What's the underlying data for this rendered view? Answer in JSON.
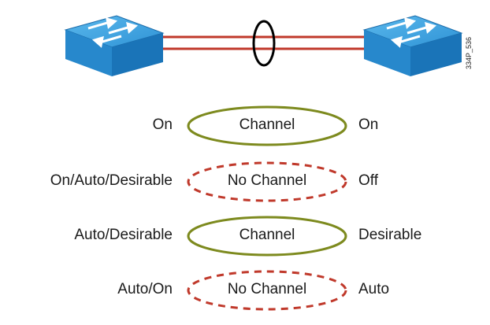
{
  "figure_id": "334P_536",
  "colors": {
    "link": "#c0392b",
    "channel_outline": "#7d8a1e",
    "no_channel_outline": "#c0392b",
    "switch_top": "#3aa0dc",
    "switch_side": "#1a74b8",
    "switch_front": "#2788cc"
  },
  "rows": [
    {
      "left": "On",
      "middle": "Channel",
      "right": "On",
      "style": "solid"
    },
    {
      "left": "On/Auto/Desirable",
      "middle": "No Channel",
      "right": "Off",
      "style": "dashed"
    },
    {
      "left": "Auto/Desirable",
      "middle": "Channel",
      "right": "Desirable",
      "style": "solid"
    },
    {
      "left": "Auto/On",
      "middle": "No Channel",
      "right": "Auto",
      "style": "dashed"
    }
  ]
}
